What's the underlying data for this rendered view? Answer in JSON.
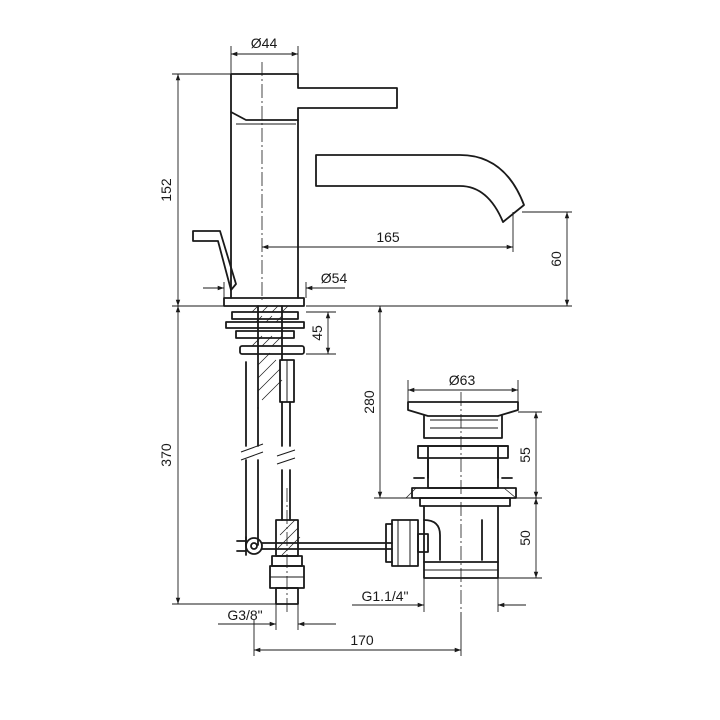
{
  "dimensions": {
    "body_diameter": "Ø44",
    "base_diameter": "Ø54",
    "height": "152",
    "spout_reach": "165",
    "spout_clearance": "60",
    "mount_thickness": "45",
    "flexible_length": "370",
    "drain_offset": "280",
    "waste_diameter": "Ø63",
    "waste_upper": "55",
    "waste_lower": "50",
    "supply_thread": "G3/8\"",
    "waste_thread": "G1.1/4\"",
    "centre_distance": "170"
  }
}
